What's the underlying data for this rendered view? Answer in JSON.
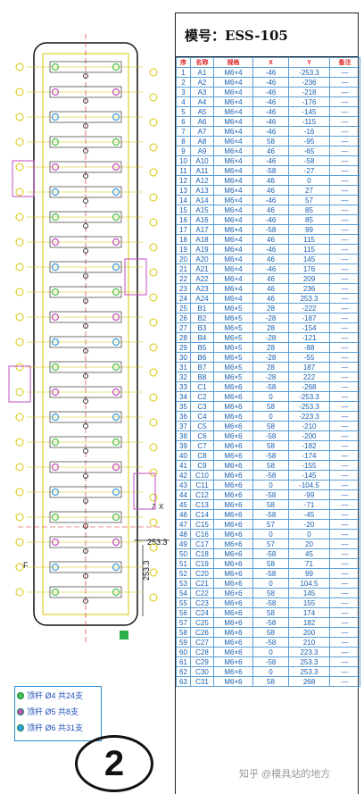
{
  "sheet": {
    "title": "模号：ESS-105",
    "headers": [
      "序",
      "名称",
      "规格",
      "X",
      "Y",
      "备注"
    ]
  },
  "rows": [
    [
      "1",
      "A1",
      "M6×4",
      "-46",
      "-253.3",
      "—"
    ],
    [
      "2",
      "A2",
      "M6×4",
      "-46",
      "-236",
      "—"
    ],
    [
      "3",
      "A3",
      "M6×4",
      "-46",
      "-218",
      "—"
    ],
    [
      "4",
      "A4",
      "M6×4",
      "-46",
      "-176",
      "—"
    ],
    [
      "5",
      "A5",
      "M6×4",
      "-46",
      "-145",
      "—"
    ],
    [
      "6",
      "A6",
      "M6×4",
      "-46",
      "-115",
      "—"
    ],
    [
      "7",
      "A7",
      "M6×4",
      "-46",
      "-16",
      "—"
    ],
    [
      "8",
      "A8",
      "M6×4",
      "58",
      "-95",
      "—"
    ],
    [
      "9",
      "A9",
      "M6×4",
      "46",
      "-65",
      "—"
    ],
    [
      "10",
      "A10",
      "M6×4",
      "-46",
      "-58",
      "—"
    ],
    [
      "11",
      "A11",
      "M6×4",
      "-58",
      "-27",
      "—"
    ],
    [
      "12",
      "A12",
      "M6×4",
      "46",
      "0",
      "—"
    ],
    [
      "13",
      "A13",
      "M6×4",
      "46",
      "27",
      "—"
    ],
    [
      "14",
      "A14",
      "M6×4",
      "-46",
      "57",
      "—"
    ],
    [
      "15",
      "A15",
      "M6×4",
      "46",
      "85",
      "—"
    ],
    [
      "16",
      "A16",
      "M6×4",
      "-46",
      "85",
      "—"
    ],
    [
      "17",
      "A17",
      "M6×4",
      "-58",
      "99",
      "—"
    ],
    [
      "18",
      "A18",
      "M6×4",
      "46",
      "115",
      "—"
    ],
    [
      "19",
      "A19",
      "M6×4",
      "-46",
      "115",
      "—"
    ],
    [
      "20",
      "A20",
      "M6×4",
      "46",
      "145",
      "—"
    ],
    [
      "21",
      "A21",
      "M6×4",
      "-46",
      "176",
      "—"
    ],
    [
      "22",
      "A22",
      "M6×4",
      "46",
      "209",
      "—"
    ],
    [
      "23",
      "A23",
      "M6×4",
      "46",
      "236",
      "—"
    ],
    [
      "24",
      "A24",
      "M6×4",
      "46",
      "253.3",
      "—"
    ],
    [
      "25",
      "B1",
      "M6×5",
      "28",
      "-222",
      "—"
    ],
    [
      "26",
      "B2",
      "M6×5",
      "-28",
      "-187",
      "—"
    ],
    [
      "27",
      "B3",
      "M6×5",
      "28",
      "-154",
      "—"
    ],
    [
      "28",
      "B4",
      "M6×5",
      "-28",
      "-121",
      "—"
    ],
    [
      "29",
      "B5",
      "M6×5",
      "28",
      "-88",
      "—"
    ],
    [
      "30",
      "B6",
      "M6×5",
      "-28",
      "-55",
      "—"
    ],
    [
      "31",
      "B7",
      "M6×5",
      "28",
      "187",
      "—"
    ],
    [
      "32",
      "B8",
      "M6×5",
      "-28",
      "222",
      "—"
    ],
    [
      "33",
      "C1",
      "M6×6",
      "-58",
      "-268",
      "—"
    ],
    [
      "34",
      "C2",
      "M6×6",
      "0",
      "-253.3",
      "—"
    ],
    [
      "35",
      "C3",
      "M6×6",
      "58",
      "-253.3",
      "—"
    ],
    [
      "36",
      "C4",
      "M6×6",
      "0",
      "-223.3",
      "—"
    ],
    [
      "37",
      "C5",
      "M6×6",
      "58",
      "-210",
      "—"
    ],
    [
      "38",
      "C6",
      "M6×6",
      "-58",
      "-200",
      "—"
    ],
    [
      "39",
      "C7",
      "M6×6",
      "58",
      "-182",
      "—"
    ],
    [
      "40",
      "C8",
      "M6×6",
      "-58",
      "-174",
      "—"
    ],
    [
      "41",
      "C9",
      "M6×6",
      "58",
      "-155",
      "—"
    ],
    [
      "42",
      "C10",
      "M6×6",
      "-58",
      "-145",
      "—"
    ],
    [
      "43",
      "C11",
      "M6×6",
      "0",
      "-104.5",
      "—"
    ],
    [
      "44",
      "C12",
      "M6×6",
      "-58",
      "-99",
      "—"
    ],
    [
      "45",
      "C13",
      "M6×6",
      "58",
      "-71",
      "—"
    ],
    [
      "46",
      "C14",
      "M6×6",
      "-58",
      "-45",
      "—"
    ],
    [
      "47",
      "C15",
      "M6×6",
      "57",
      "-20",
      "—"
    ],
    [
      "48",
      "C16",
      "M6×6",
      "0",
      "0",
      "—"
    ],
    [
      "49",
      "C17",
      "M6×6",
      "57",
      "20",
      "—"
    ],
    [
      "50",
      "C18",
      "M6×6",
      "-58",
      "45",
      "—"
    ],
    [
      "51",
      "C19",
      "M6×6",
      "58",
      "71",
      "—"
    ],
    [
      "52",
      "C20",
      "M6×6",
      "-58",
      "99",
      "—"
    ],
    [
      "53",
      "C21",
      "M6×6",
      "0",
      "104.5",
      "—"
    ],
    [
      "54",
      "C22",
      "M6×6",
      "58",
      "145",
      "—"
    ],
    [
      "55",
      "C23",
      "M6×6",
      "-58",
      "155",
      "—"
    ],
    [
      "56",
      "C24",
      "M6×6",
      "58",
      "174",
      "—"
    ],
    [
      "57",
      "C25",
      "M6×6",
      "-58",
      "182",
      "—"
    ],
    [
      "58",
      "C26",
      "M6×6",
      "58",
      "200",
      "—"
    ],
    [
      "59",
      "C27",
      "M6×6",
      "-58",
      "210",
      "—"
    ],
    [
      "60",
      "C28",
      "M6×6",
      "0",
      "223.3",
      "—"
    ],
    [
      "61",
      "C29",
      "M6×6",
      "-58",
      "253.3",
      "—"
    ],
    [
      "62",
      "C30",
      "M6×6",
      "0",
      "253.3",
      "—"
    ],
    [
      "63",
      "C31",
      "M6×6",
      "58",
      "268",
      "—"
    ]
  ],
  "legend": [
    {
      "label": "顶杆 Ø4 共24支",
      "color": "#4cc04c"
    },
    {
      "label": "顶杆 Ø5 共8支",
      "color": "#c24ec2"
    },
    {
      "label": "顶杆 Ø6 共31支",
      "color": "#3a9be0"
    }
  ],
  "drawing": {
    "dims": [
      "253.3",
      "253.3"
    ],
    "labels": [
      "Z",
      "X",
      "F"
    ]
  },
  "badge": "2",
  "watermark": "知乎 @模具站的地方"
}
